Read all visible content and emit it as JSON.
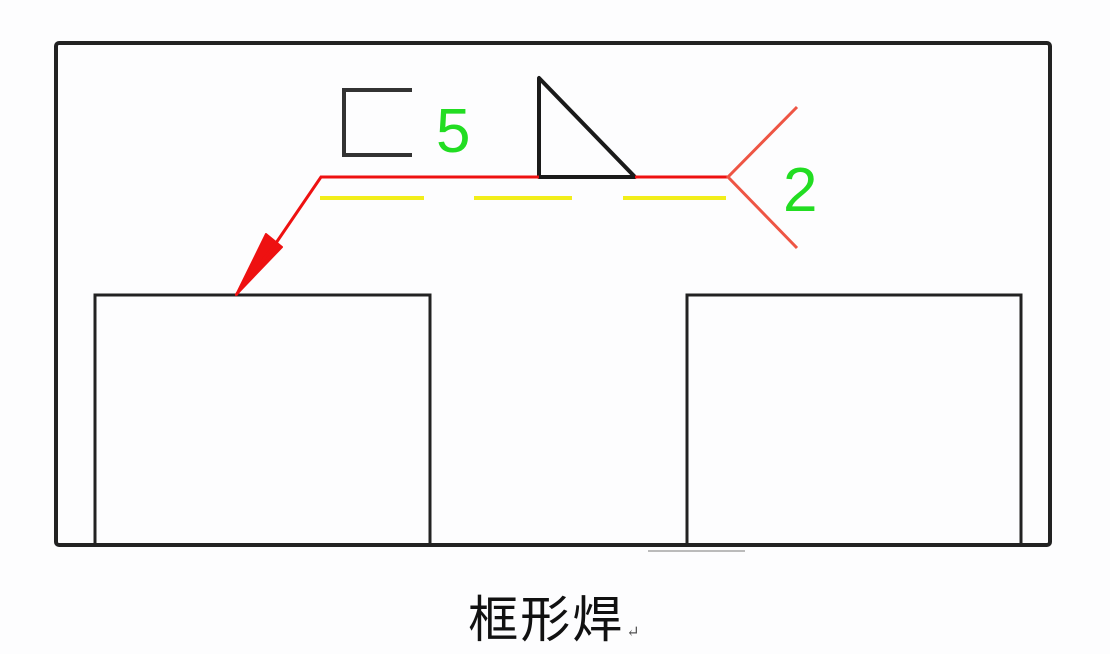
{
  "diagram": {
    "caption": "框形焊",
    "caption_mark": "↵",
    "weld_symbol": {
      "leg_size": "5",
      "count": "2",
      "contour_symbol": "frame-bracket",
      "weld_type": "fillet-triangle"
    },
    "colors": {
      "outline": "#222222",
      "leader": "#ee1111",
      "dashed_line": "#f2ee1a",
      "dimension_text": "#22dd22",
      "tail": "#ee5544"
    }
  }
}
